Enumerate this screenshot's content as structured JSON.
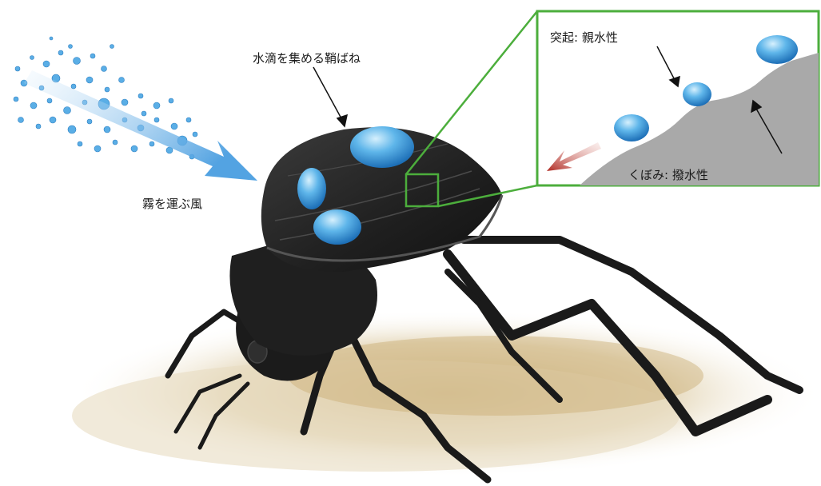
{
  "labels": {
    "wind": "霧を運ぶ風",
    "elytra": "水滴を集める鞘ばね",
    "bump": "突起: 親水性",
    "dip": "くぼみ: 撥水性"
  },
  "colors": {
    "beetle": "#1e1e1e",
    "beetle_highlight": "#3a3a3a",
    "droplet": "#2f8fd6",
    "droplet_light": "#8fd0f5",
    "mist": "#5aaee6",
    "wind_arrow": "#4a9ee0",
    "inset_border": "#4cae3c",
    "surface": "#a9a9a9",
    "flow_arrow": "#b02a22",
    "sand": "#d9c8a0"
  },
  "icons": {
    "beetle": "beetle-illustration",
    "wind": "wind-arrow-icon",
    "flow": "flow-arrow-icon"
  }
}
